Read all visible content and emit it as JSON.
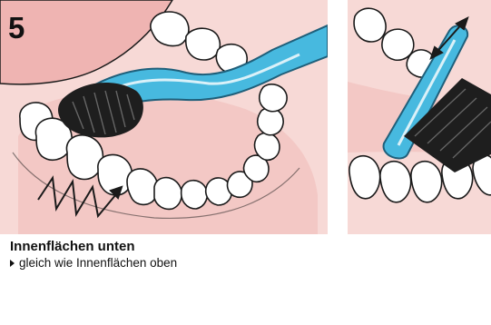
{
  "step": {
    "number": "5"
  },
  "caption": {
    "title": "Innenflächen unten",
    "bullet_text": "gleich wie Innenflächen oben"
  },
  "colors": {
    "panel_background": "#f7d9d6",
    "gum": "#efb4b2",
    "brush_handle": "#47b9df",
    "brush_outline": "#1f5f7a",
    "bristles": "#1e1e1e",
    "tooth": "#ffffff",
    "outline": "#1a1a1a"
  },
  "icons": {
    "zigzag_arrow": "zigzag-arrow-icon",
    "double_arrow": "double-arrow-icon",
    "bullet": "bullet-triangle-icon"
  }
}
